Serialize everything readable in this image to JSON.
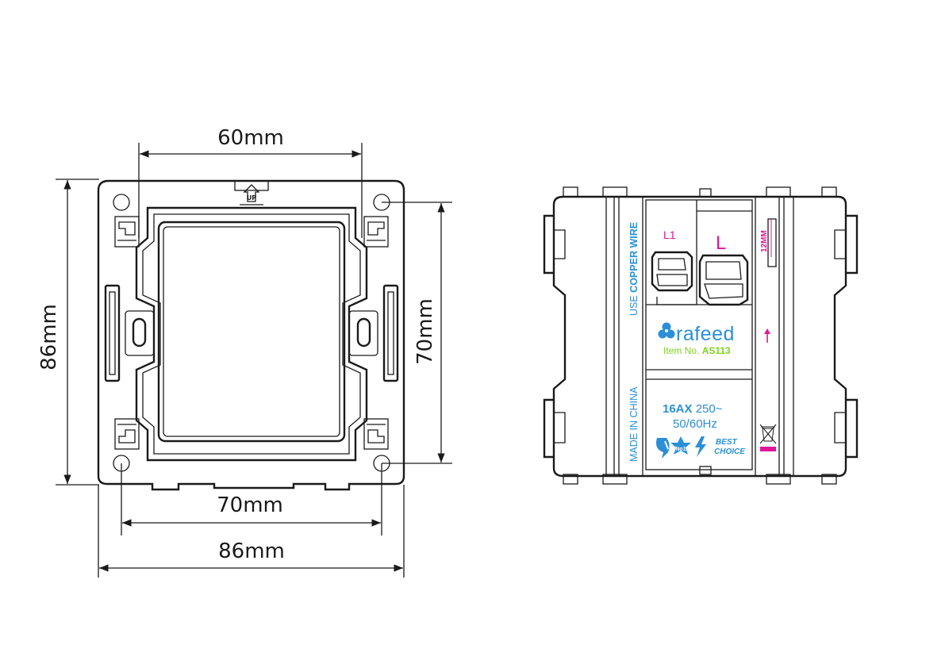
{
  "dimensions": {
    "top_width": "60mm",
    "left_height": "86mm",
    "right_height": "70mm",
    "bottom_inner": "70mm",
    "bottom_outer": "86mm"
  },
  "frame": {
    "up_mark": "UP"
  },
  "module": {
    "terminal_left": "L1",
    "terminal_right": "L",
    "side_text_top_prefix": "USE ",
    "side_text_top_bold": "COPPER WIRE",
    "side_text_bottom": "MADE IN CHINA",
    "brand": "rafeed",
    "item_prefix": "Item No. ",
    "item_no": "AS113",
    "rating_bold": "16AX",
    "rating_rest": " 250~",
    "frequency": "50/60Hz",
    "badge_best": "BEST",
    "badge_choice": "CHOICE",
    "badge_no1": "No1",
    "strip_length": "12MM"
  },
  "colors": {
    "line": "#1a1a1a",
    "blue": "#2a8fd8",
    "magenta": "#e0169a",
    "green": "#7ed321"
  }
}
